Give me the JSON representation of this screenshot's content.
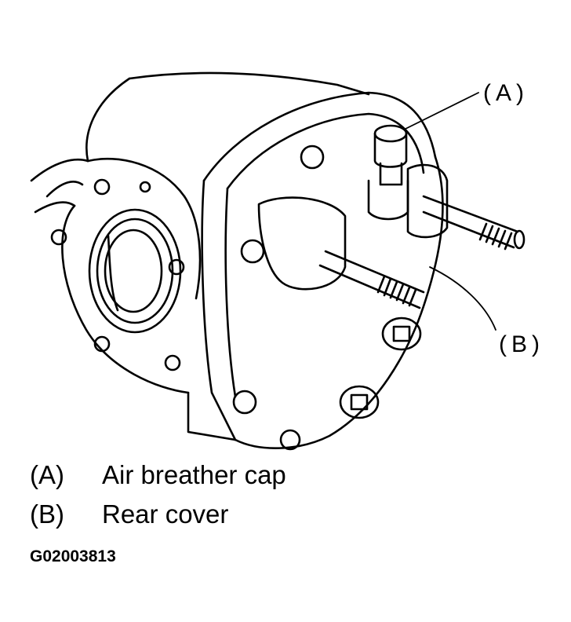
{
  "diagram": {
    "callouts": [
      {
        "id": "A",
        "label": "(A)"
      },
      {
        "id": "B",
        "label": "(B)"
      }
    ],
    "legend": [
      {
        "key": "(A)",
        "text": "Air breather cap"
      },
      {
        "key": "(B)",
        "text": "Rear cover"
      }
    ],
    "figure_id": "G02003813",
    "colors": {
      "line": "#000000",
      "background": "#ffffff"
    }
  }
}
